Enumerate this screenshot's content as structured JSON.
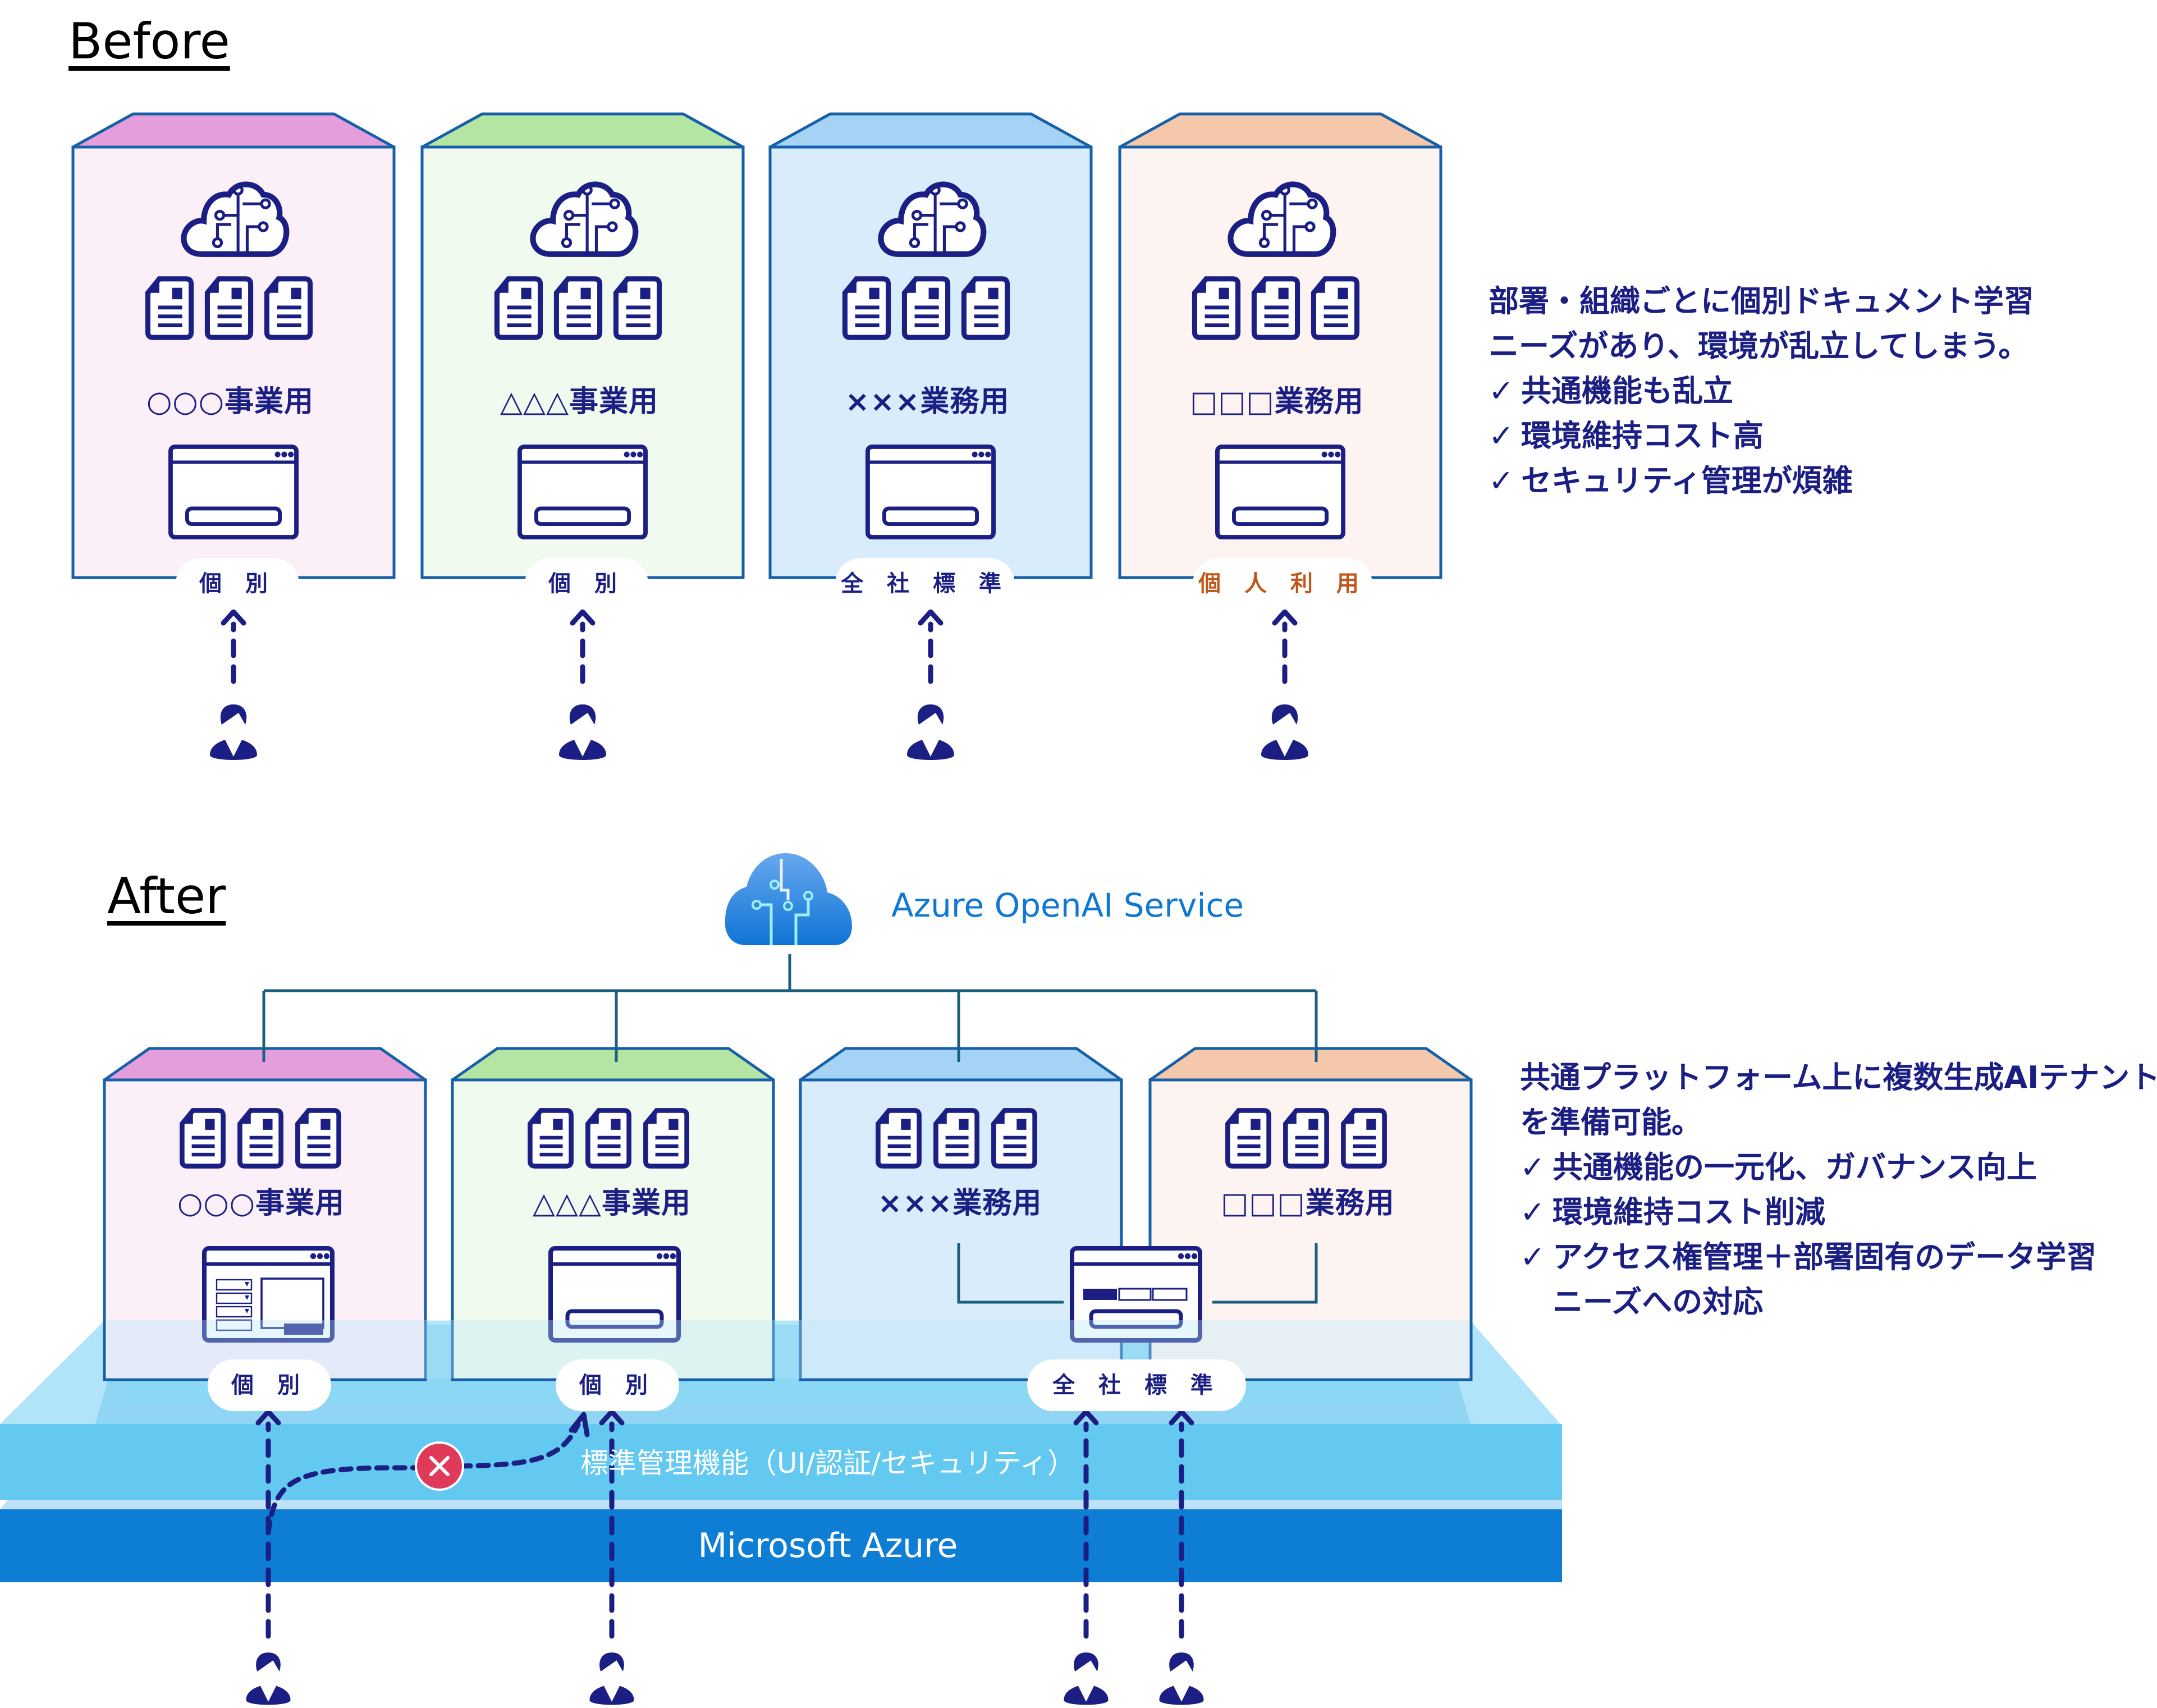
{
  "before": {
    "title": "Before",
    "tenants": [
      {
        "label": "○○○事業用",
        "scope": "個 別",
        "scope_type": "individual",
        "color_top": "#e39edb",
        "color_body": "#fbeff8"
      },
      {
        "label": "△△△事業用",
        "scope": "個 別",
        "scope_type": "individual",
        "color_top": "#b5e5a3",
        "color_body": "#f1faef"
      },
      {
        "label": "×××業務用",
        "scope": "全 社 標 準",
        "scope_type": "company-standard",
        "color_top": "#a5d3f6",
        "color_body": "#d9ecfb"
      },
      {
        "label": "□□□業務用",
        "scope": "個 人 利 用",
        "scope_type": "personal",
        "color_top": "#f5c8ac",
        "color_body": "#fdf4f1"
      }
    ],
    "description": {
      "lines": [
        "部署・組織ごとに個別ドキュメント学習",
        "ニーズがあり、環境が乱立してしまう。"
      ],
      "bullets": [
        "共通機能も乱立",
        "環境維持コスト高",
        "セキュリティ管理が煩雑"
      ]
    }
  },
  "after": {
    "title": "After",
    "service": {
      "name": "Azure OpenAI Service",
      "icon": "azure-openai-cloud-icon"
    },
    "tenants": [
      {
        "label": "○○○事業用",
        "color_top": "#e39edb",
        "color_body": "#fbeff8"
      },
      {
        "label": "△△△事業用",
        "color_top": "#b5e5a3",
        "color_body": "#f1faef"
      },
      {
        "label": "×××業務用",
        "color_top": "#a5d3f6",
        "color_body": "#d9ecfb"
      },
      {
        "label": "□□□業務用",
        "color_top": "#f5c8ac",
        "color_body": "#fdf4f1"
      }
    ],
    "scopes": [
      {
        "label": "個 別",
        "tenant": 0
      },
      {
        "label": "個 別",
        "tenant": 1
      },
      {
        "label": "全 社 標 準",
        "tenant": "2-3"
      }
    ],
    "platform": {
      "management_layer": "標準管理機能（UI/認証/セキュリティ）",
      "base_layer": "Microsoft Azure",
      "colors": {
        "management": "#63c9f1",
        "base": "#0e7ed5",
        "top_face": "#8bd8f5",
        "side": "#b1e4f8"
      }
    },
    "blocked_access": {
      "from_user": 0,
      "to_tenant": 1,
      "icon": "x-icon",
      "color": "#e03a5a"
    },
    "description": {
      "lines": [
        "共通プラットフォーム上に複数生成AIテナント",
        "を準備可能。"
      ],
      "bullets": [
        "共通機能の一元化、ガバナンス向上",
        "環境維持コスト削減",
        "アクセス権管理＋部署固有のデータ学習"
      ],
      "continuation": "ニーズへの対応"
    }
  },
  "colors": {
    "primary": "#1b1f84",
    "border": "#1560a8",
    "connector": "#1b5e80",
    "accent_orange": "#c0561a"
  },
  "check_mark": "✓"
}
